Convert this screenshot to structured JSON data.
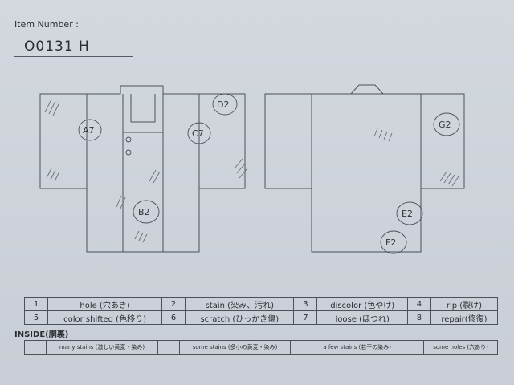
{
  "header": {
    "item_label": "Item Number :",
    "item_number": "O0131   H"
  },
  "front_codes": [
    "A7",
    "C7",
    "D2",
    "B2"
  ],
  "back_codes": [
    "G2",
    "E2",
    "F2"
  ],
  "legend": [
    [
      {
        "num": "1",
        "label": "hole (穴あき)"
      },
      {
        "num": "2",
        "label": "stain (染み、汚れ)"
      },
      {
        "num": "3",
        "label": "discolor (色やけ)"
      },
      {
        "num": "4",
        "label": "rip (裂け)"
      }
    ],
    [
      {
        "num": "5",
        "label": "color shifted (色移り)"
      },
      {
        "num": "6",
        "label": "scratch (ひっかき傷)"
      },
      {
        "num": "7",
        "label": "loose (ほつれ)"
      },
      {
        "num": "8",
        "label": "repair(修復)"
      }
    ]
  ],
  "inside": {
    "title": "INSIDE(胴裏)",
    "levels": [
      "many stains (激しい黄変・染み)",
      "some stains (多小の黄変・染み)",
      "a few stains (若干の染み)",
      "some holes (穴あり)"
    ]
  }
}
